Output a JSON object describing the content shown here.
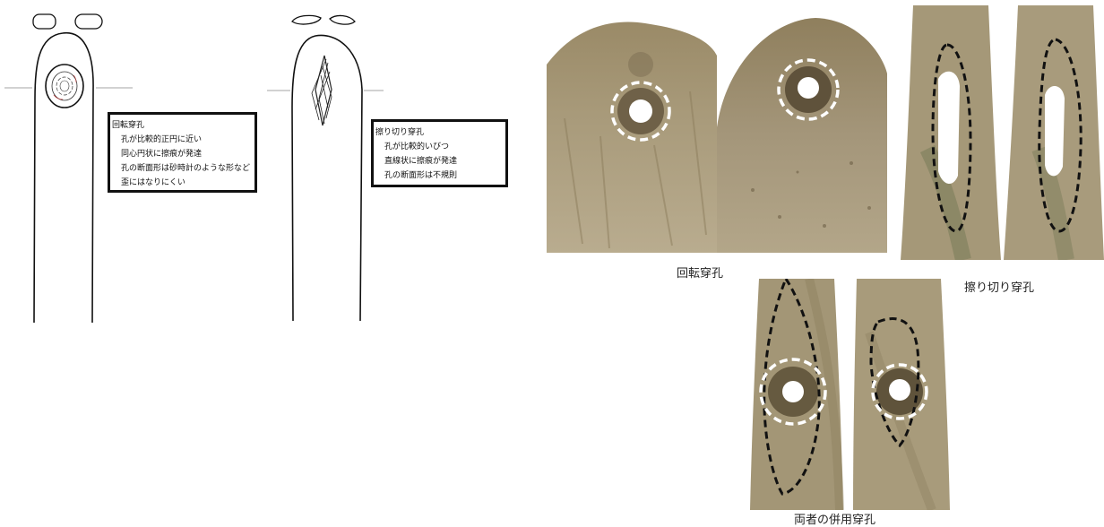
{
  "rotary": {
    "title": "回転穿孔",
    "items": [
      "孔が比較的正円に近い",
      "同心円状に擦痕が発達",
      "孔の断面形は砂時計のような形など",
      "歪にはなりにくい"
    ]
  },
  "abrasion": {
    "title": "擦り切り穿孔",
    "items": [
      "孔が比較的いびつ",
      "直線状に擦痕が発達",
      "孔の断面形は不規則"
    ]
  },
  "captions": {
    "rotary": "回転穿孔",
    "abrasion": "擦り切り穿孔",
    "combined": "両者の併用穿孔"
  }
}
